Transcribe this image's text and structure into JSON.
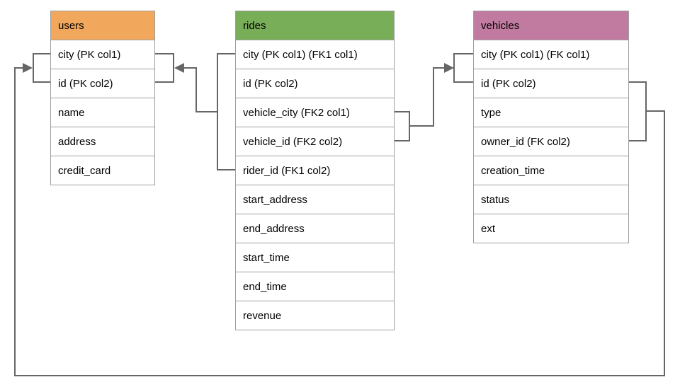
{
  "diagram": {
    "background_color": "#ffffff",
    "connector_color": "#666666",
    "table_border_color": "#9e9e9e",
    "text_color": "#000000"
  },
  "tables": [
    {
      "id": "users",
      "name": "users",
      "header_color": "#f2a85c",
      "columns": [
        "city (PK col1)",
        "id (PK col2)",
        "name",
        "address",
        "credit_card"
      ]
    },
    {
      "id": "rides",
      "name": "rides",
      "header_color": "#79ae59",
      "columns": [
        "city (PK col1) (FK1 col1)",
        "id (PK col2)",
        "vehicle_city (FK2 col1)",
        "vehicle_id (FK2 col2)",
        "rider_id (FK1 col2)",
        "start_address",
        "end_address",
        "start_time",
        "end_time",
        "revenue"
      ]
    },
    {
      "id": "vehicles",
      "name": "vehicles",
      "header_color": "#c27ba0",
      "columns": [
        "city (PK col1) (FK col1)",
        "id (PK col2)",
        "type",
        "owner_id (FK col2)",
        "creation_time",
        "status",
        "ext"
      ]
    }
  ],
  "relationships": [
    {
      "id": "fk1",
      "from": "rides (city, rider_id)",
      "to": "users (city, id)"
    },
    {
      "id": "fk2",
      "from": "rides (vehicle_city, vehicle_id)",
      "to": "vehicles (city, id)"
    },
    {
      "id": "fk",
      "from": "vehicles (id, owner_id)",
      "to": "users (city, id)"
    }
  ]
}
